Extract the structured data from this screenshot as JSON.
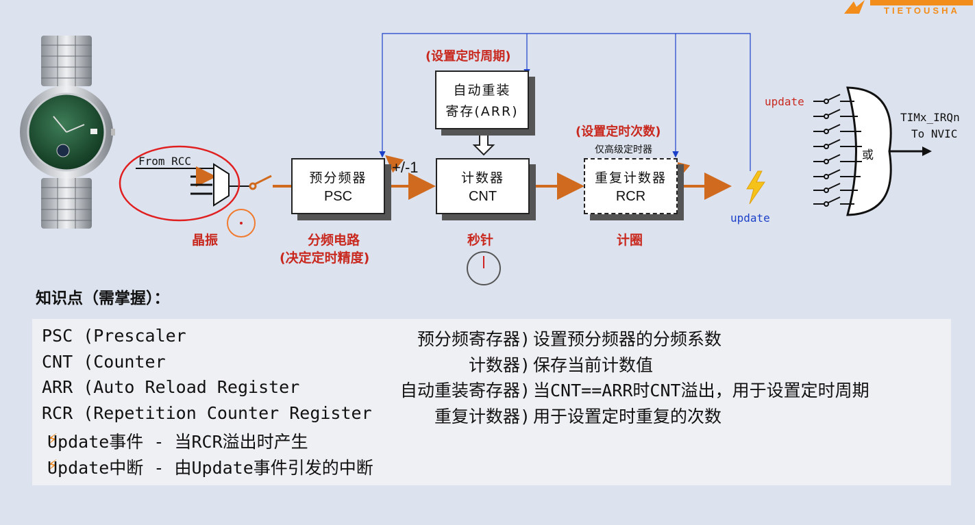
{
  "brand": {
    "logo_text": "TIETOUSHA"
  },
  "diagram": {
    "from_rcc": "From RCC",
    "crystal_label": "晶振",
    "psc_box": {
      "cn": "预分频器",
      "en": "PSC"
    },
    "cnt_box": {
      "cn": "计数器",
      "en": "CNT"
    },
    "arr_box": {
      "line1": "自动重装",
      "line2": "寄存(ARR)"
    },
    "rcr_box": {
      "cn": "重复计数器",
      "en": "RCR"
    },
    "arr_note": "(设置定时周期)",
    "rcr_note": "(设置定时次数)",
    "advanced_only": "仅高级定时器",
    "plus_minus": "+/-1",
    "psc_caption1": "分频电路",
    "psc_caption2": "(决定定时精度)",
    "cnt_caption": "秒针",
    "rcr_caption": "计圈",
    "update_top": "update",
    "update_bottom": "update",
    "or_gate": "或",
    "irq_line1": "TIMx_IRQn",
    "irq_line2": "To NVIC"
  },
  "knowledge": {
    "heading": "知识点（需掌握）：",
    "rows": [
      {
        "left": "PSC (Prescaler",
        "mid": "预分频寄存器)",
        "right": "设置预分频器的分频系数"
      },
      {
        "left": "CNT (Counter",
        "mid": "计数器)",
        "right": "保存当前计数值"
      },
      {
        "left": "ARR (Auto Reload Register",
        "mid": "自动重装寄存器)",
        "right": "当CNT==ARR时CNT溢出，用于设置定时周期"
      },
      {
        "left": "RCR (Repetition Counter Register",
        "mid": "重复计数器)",
        "right": "用于设置定时重复的次数"
      }
    ],
    "bullets": [
      "Update事件 - 当RCR溢出时产生",
      "Update中断 - 由Update事件引发的中断"
    ]
  },
  "colors": {
    "accent_orange": "#d06a1e",
    "annotation_red": "#c8281e",
    "signal_blue": "#1a3fc9"
  }
}
